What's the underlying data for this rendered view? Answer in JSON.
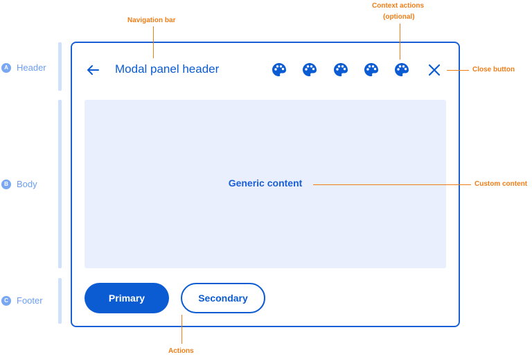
{
  "legend": {
    "sections": [
      {
        "badge": "A",
        "label": "Header"
      },
      {
        "badge": "B",
        "label": "Body"
      },
      {
        "badge": "C",
        "label": "Footer"
      }
    ]
  },
  "modal": {
    "title": "Modal panel header",
    "back_icon": "arrow-left-icon",
    "context_icon": "palette-icon",
    "close_icon": "close-icon",
    "body_text": "Generic content",
    "primary_label": "Primary",
    "secondary_label": "Secondary"
  },
  "annotations": {
    "navigation_bar": "Navigation bar",
    "context_actions": "Context actions",
    "context_actions_note": "(optional)",
    "close_button": "Close button",
    "custom_content": "Custom content",
    "actions": "Actions"
  },
  "colors": {
    "primary": "#0b5bd3",
    "annotation": "#ef7d17",
    "legend": "#6b9ef0",
    "body_bg": "#e9effc"
  }
}
